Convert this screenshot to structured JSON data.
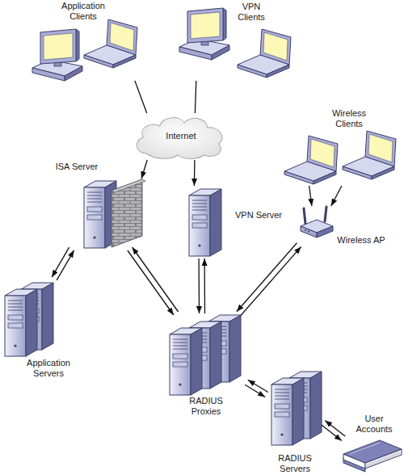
{
  "diagram": {
    "nodes": [
      {
        "text": [
          "Application Clients"
        ]
      },
      {
        "text": [
          "VPN Clients"
        ]
      },
      {
        "text": [
          "Internet"
        ]
      },
      {
        "text": [
          "ISA Server"
        ]
      },
      {
        "text": [
          "VPN Server"
        ]
      },
      {
        "text": [
          "Wireless Clients"
        ]
      },
      {
        "text": [
          "Wireless AP"
        ]
      },
      {
        "text": [
          "Application Servers"
        ]
      },
      {
        "text": [
          "RADIUS Proxies"
        ]
      },
      {
        "text": [
          "RADIUS Servers"
        ]
      },
      {
        "text": [
          "User Accounts"
        ]
      }
    ],
    "edges": [
      {
        "from": 0,
        "to": 2,
        "arrow": "none"
      },
      {
        "from": 1,
        "to": 2,
        "arrow": "none"
      },
      {
        "from": 2,
        "to": 3,
        "arrow": "to"
      },
      {
        "from": 2,
        "to": 4,
        "arrow": "to"
      },
      {
        "from": 5,
        "to": 6,
        "arrow": "to"
      },
      {
        "from": 5,
        "to": 6,
        "arrow": "to"
      },
      {
        "from": 3,
        "to": 7,
        "arrow": "both"
      },
      {
        "from": 3,
        "to": 8,
        "arrow": "both"
      },
      {
        "from": 4,
        "to": 8,
        "arrow": "both"
      },
      {
        "from": 6,
        "to": 8,
        "arrow": "both"
      },
      {
        "from": 8,
        "to": 9,
        "arrow": "both"
      },
      {
        "from": 9,
        "to": 10,
        "arrow": "both"
      }
    ]
  }
}
